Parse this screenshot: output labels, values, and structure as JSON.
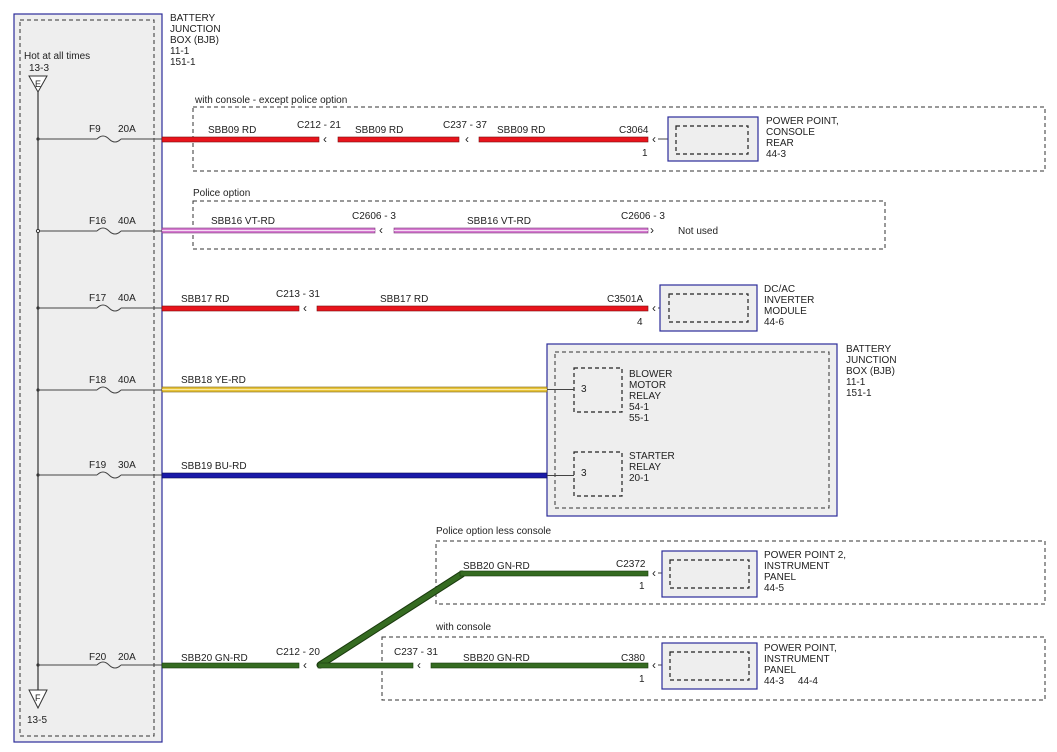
{
  "bjb": {
    "title_lines": [
      "BATTERY",
      "JUNCTION",
      "BOX (BJB)",
      "11-1",
      "151-1"
    ],
    "hot_label": "Hot at all times",
    "top_ref": "13-3",
    "top_letter": "E",
    "bottom_letter": "F",
    "bottom_ref": "13-5"
  },
  "fuses": [
    {
      "name": "F9",
      "rating": "20A"
    },
    {
      "name": "F16",
      "rating": "40A"
    },
    {
      "name": "F17",
      "rating": "40A"
    },
    {
      "name": "F18",
      "rating": "40A"
    },
    {
      "name": "F19",
      "rating": "30A"
    },
    {
      "name": "F20",
      "rating": "20A"
    }
  ],
  "options": {
    "console_except_police": "with console - except police option",
    "police": "Police option",
    "police_less_console": "Police option less console",
    "with_console": "with console"
  },
  "wires": {
    "sbb09": [
      "SBB09  RD",
      "SBB09  RD",
      "SBB09  RD"
    ],
    "sbb16": [
      "SBB16  VT-RD",
      "SBB16  VT-RD"
    ],
    "sbb17": [
      "SBB17  RD",
      "SBB17  RD"
    ],
    "sbb18": "SBB18  YE-RD",
    "sbb19": "SBB19  BU-RD",
    "sbb20": [
      "SBB20  GN-RD",
      "SBB20  GN-RD",
      "SBB20  GN-RD"
    ]
  },
  "connectors": {
    "c212_21": "C212 - 21",
    "c237_37": "C237 - 37",
    "c3064": "C3064",
    "c3064_pin": "1",
    "c2606_3a": "C2606 - 3",
    "c2606_3b": "C2606 - 3",
    "not_used": "Not used",
    "c213_31": "C213 - 31",
    "c3501a": "C3501A",
    "c3501a_pin": "4",
    "c2372": "C2372",
    "c2372_pin": "1",
    "c212_20": "C212 - 20",
    "c237_31": "C237 - 31",
    "c380": "C380",
    "c380_pin": "1"
  },
  "components": {
    "pp_console_rear": [
      "POWER POINT,",
      "CONSOLE",
      "REAR",
      "44-3"
    ],
    "dcac_inverter": [
      "DC/AC",
      "INVERTER",
      "MODULE",
      "44-6"
    ],
    "bjb_right": [
      "BATTERY",
      "JUNCTION",
      "BOX (BJB)",
      "11-1",
      "151-1"
    ],
    "blower_relay": [
      "BLOWER",
      "MOTOR",
      "RELAY",
      "54-1",
      "55-1"
    ],
    "blower_pin": "3",
    "starter_relay": [
      "STARTER",
      "RELAY",
      "20-1"
    ],
    "starter_pin": "3",
    "pp2_panel": [
      "POWER POINT 2,",
      "INSTRUMENT",
      "PANEL",
      "44-5"
    ],
    "pp_panel": [
      "POWER POINT,",
      "INSTRUMENT",
      "PANEL",
      "44-3     44-4"
    ]
  },
  "colors": {
    "rd": "#e8141c",
    "vt_rd": "#d67ad0",
    "ye_rd": "#e8c43a",
    "bu_rd": "#1a1aa8",
    "gn_rd": "#356b21",
    "module_border": "#2c2c9a"
  }
}
